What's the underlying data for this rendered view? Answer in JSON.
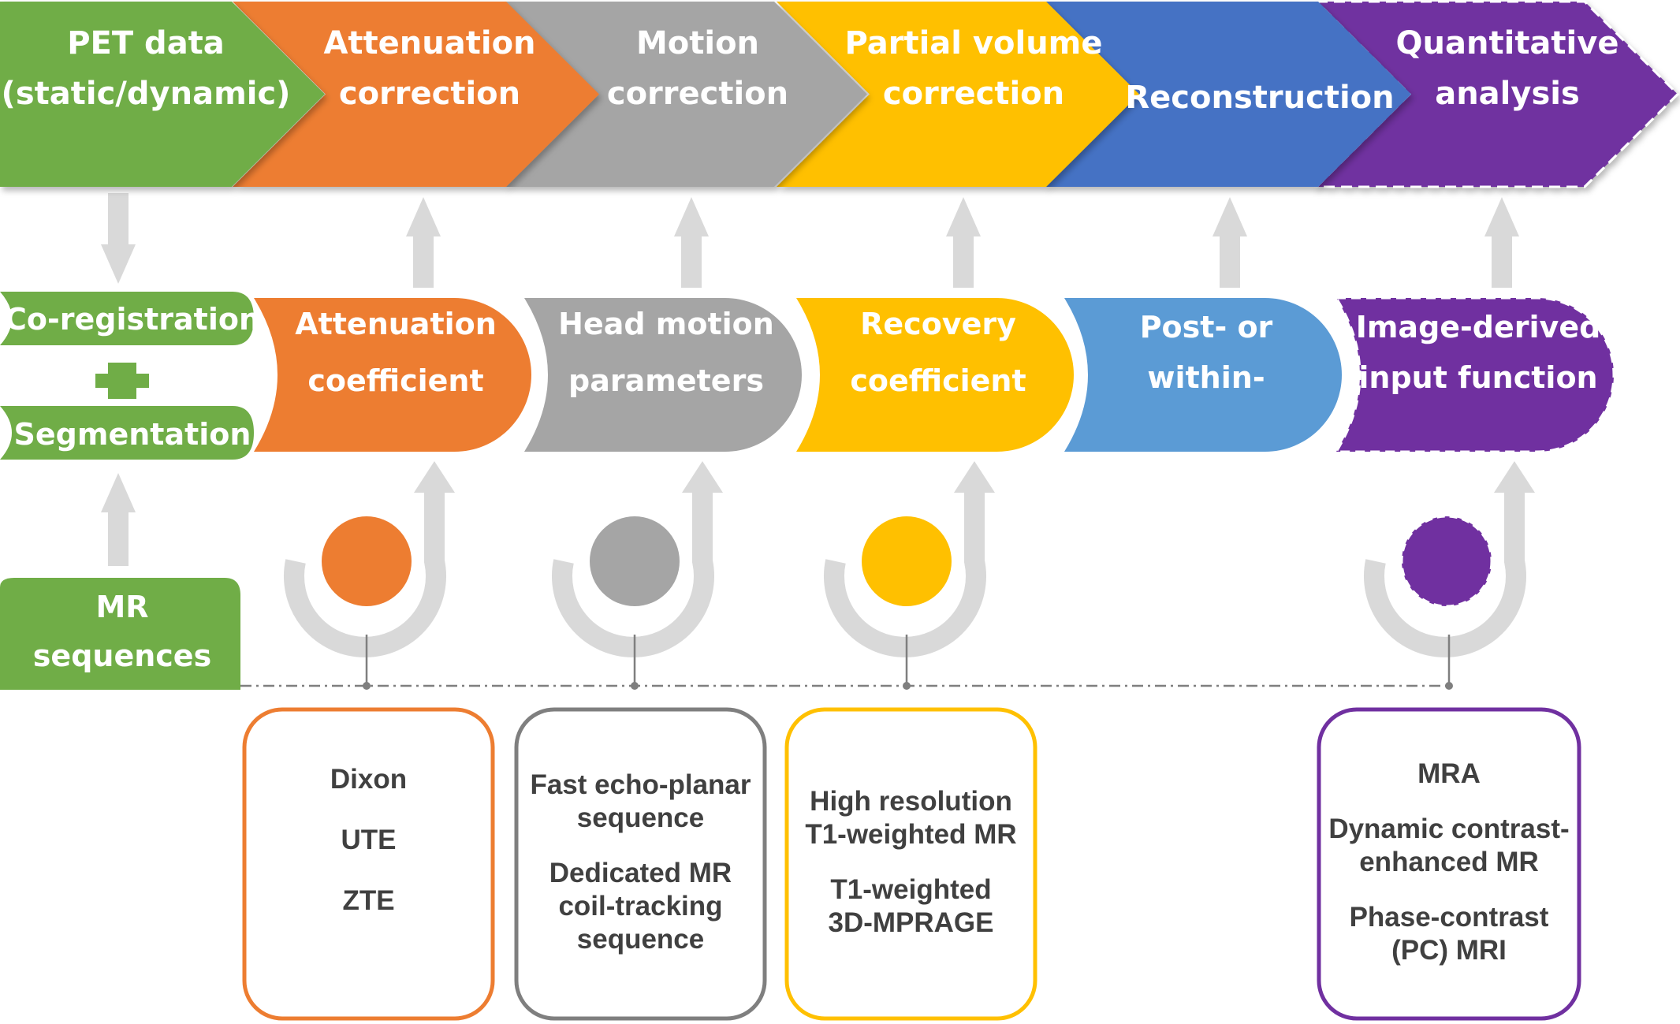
{
  "pipeline": [
    {
      "lines": [
        "PET data",
        "(static/dynamic)"
      ],
      "color": "#70AD47"
    },
    {
      "lines": [
        "Attenuation",
        "correction"
      ],
      "color": "#ED7D31"
    },
    {
      "lines": [
        "Motion",
        "correction"
      ],
      "color": "#A5A5A5"
    },
    {
      "lines": [
        "Partial volume",
        "correction"
      ],
      "color": "#FFC000"
    },
    {
      "lines": [
        "Reconstruction"
      ],
      "color": "#4472C4"
    },
    {
      "lines": [
        "Quantitative",
        "analysis"
      ],
      "color": "#7030A0"
    }
  ],
  "left_column": {
    "coregistration": "Co-registration",
    "plus": "+",
    "segmentation": "Segmentation",
    "mr_sequences": [
      "MR",
      "sequences"
    ],
    "color": "#70AD47"
  },
  "middle_tabs": [
    {
      "lines": [
        "Attenuation",
        "coefficient"
      ],
      "color": "#ED7D31"
    },
    {
      "lines": [
        "Head motion",
        "parameters"
      ],
      "color": "#A5A5A5"
    },
    {
      "lines": [
        "Recovery",
        "coefficient"
      ],
      "color": "#FFC000"
    },
    {
      "lines": [
        "Post-  or",
        "within-"
      ],
      "color": "#5B9BD5"
    },
    {
      "lines": [
        "Image-derived",
        "input function"
      ],
      "color": "#7030A0",
      "dashed": true
    }
  ],
  "sequence_boxes": [
    {
      "color": "#ED7D31",
      "items": [
        [
          "Dixon"
        ],
        [
          "UTE"
        ],
        [
          "ZTE"
        ]
      ]
    },
    {
      "color": "#7F7F7F",
      "items": [
        [
          "Fast echo-planar",
          "sequence"
        ],
        [
          "Dedicated MR",
          "coil-tracking",
          "sequence"
        ]
      ]
    },
    {
      "color": "#FFC000",
      "items": [
        [
          "High resolution",
          "T1-weighted MR"
        ],
        [
          "T1-weighted",
          "3D-MPRAGE"
        ]
      ]
    },
    {
      "color": "#7030A0",
      "items": [
        [
          "MRA"
        ],
        [
          "Dynamic contrast-",
          "enhanced MR"
        ],
        [
          "Phase-contrast",
          "(PC) MRI"
        ]
      ]
    }
  ],
  "colors": {
    "arrow_gray": "#D9D9D9",
    "text_dark": "#404040",
    "connector": "#7F7F7F"
  }
}
